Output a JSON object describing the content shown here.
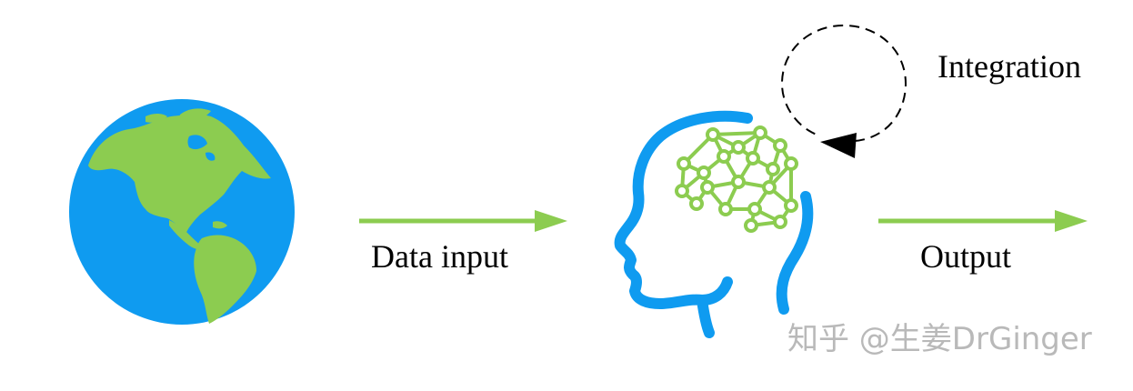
{
  "labels": {
    "data_input": "Data input",
    "output": "Output",
    "integration": "Integration"
  },
  "watermark": "知乎 @生姜DrGinger",
  "icons": {
    "source": "earth-globe-icon",
    "processor": "head-with-neural-network-icon",
    "loop": "dashed-cycle-arrow-icon"
  },
  "colors": {
    "ocean": "#0f9bf0",
    "land": "#8ccc50",
    "head_outline": "#0f9bf0",
    "network": "#8ccc50",
    "arrow": "#8ccc50",
    "loop": "#000000",
    "watermark": "#b9b9b9"
  }
}
